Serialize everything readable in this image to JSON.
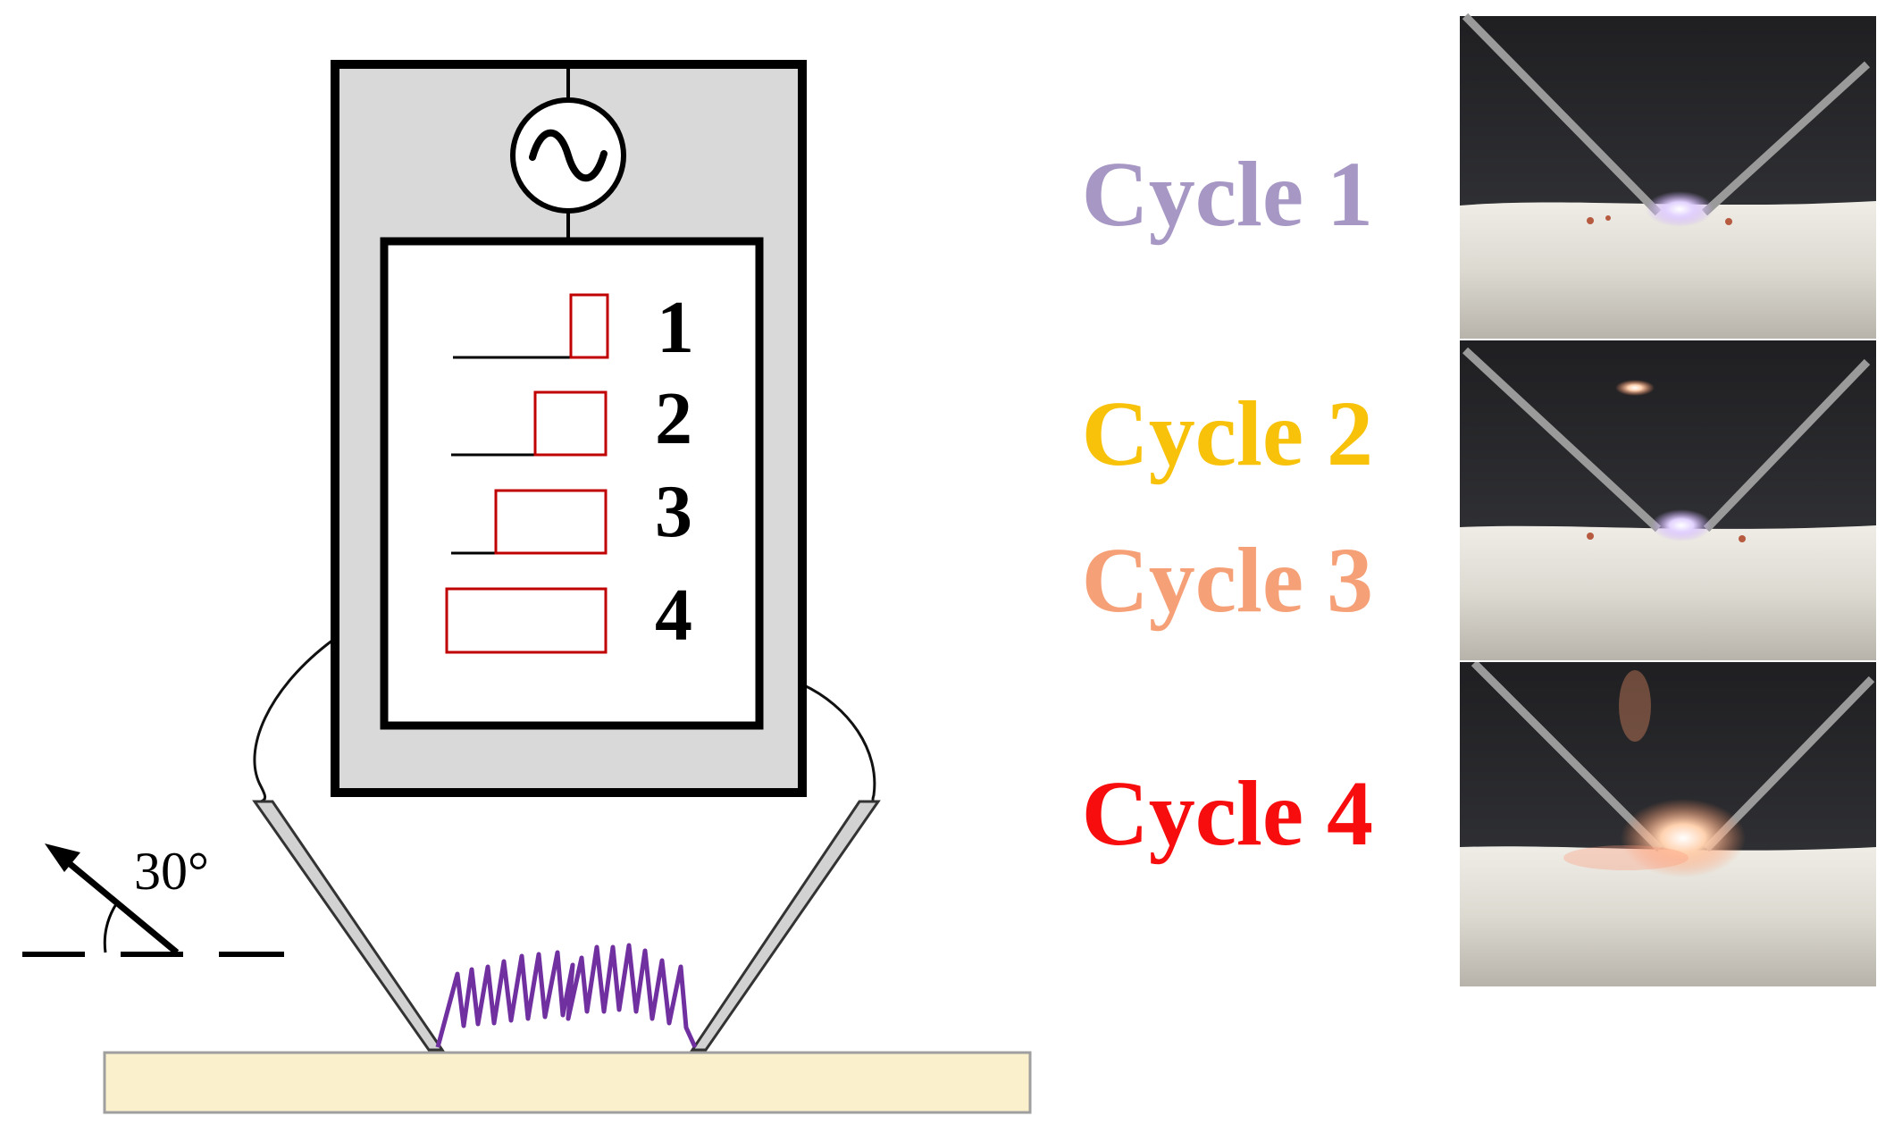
{
  "diagram": {
    "program_levels": [
      "1",
      "2",
      "3",
      "4"
    ],
    "angle_label": "30°",
    "cycles": [
      {
        "label": "Cycle 1",
        "color": "#a797c4"
      },
      {
        "label": "Cycle 2",
        "color": "#f8c20a"
      },
      {
        "label": "Cycle 3",
        "color": "#f6a077"
      },
      {
        "label": "Cycle 4",
        "color": "#f70d0d"
      }
    ],
    "colors": {
      "box_fill": "#d9d9d9",
      "pulse_red": "#c00000",
      "arc_purple": "#7030a0",
      "substrate": "#fbf0cc"
    },
    "icons": [
      "ac-source-icon",
      "angle-arrow-icon"
    ]
  }
}
